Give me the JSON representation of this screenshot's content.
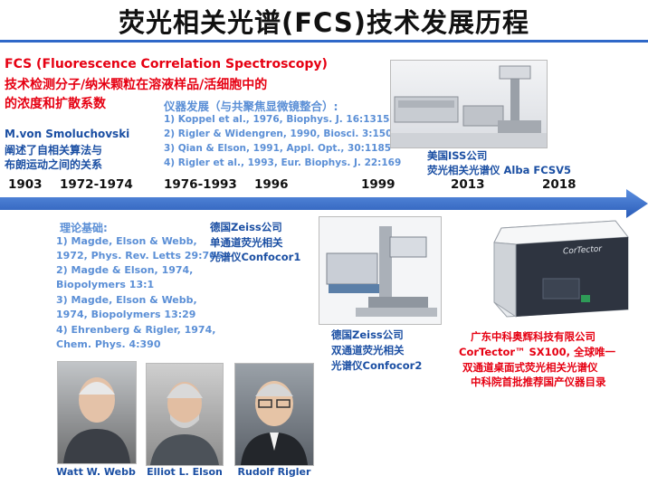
{
  "title": "荧光相关光谱(FCS)技术发展历程",
  "intro": {
    "line1": "FCS (Fluorescence Correlation Spectroscopy)",
    "line2": "技术检测分子/纳米颗粒在溶液样品/活细胞中的",
    "line3": "的浓度和扩散系数"
  },
  "smoluchowski": {
    "name": "M.von Smoluchovski",
    "line1": "阐述了自相关算法与",
    "line2": "布朗运动之间的关系"
  },
  "instrument": {
    "heading": "仪器发展（与共聚焦显微镜整合）:",
    "refs": [
      "1) Koppel et al., 1976, Biophys. J. 16:1315",
      "2) Rigler & Widengren, 1990, Biosci. 3:150",
      "3) Qian & Elson, 1991, Appl. Opt., 30:1185",
      "4) Rigler et al., 1993, Eur. Biophys. J. 22:169"
    ]
  },
  "iss": {
    "line1": "美国ISS公司",
    "line2": "荧光相关光谱仪 Alba FCSV5"
  },
  "years": [
    "1903",
    "1972-1974",
    "1976-1993",
    "1996",
    "1999",
    "2013",
    "2018"
  ],
  "theory": {
    "heading": "理论基础:",
    "lines": [
      "1) Magde, Elson & Webb,",
      "1972, Phys. Rev. Letts 29:705",
      "2) Magde & Elson, 1974,",
      "Biopolymers 13:1",
      "3) Magde, Elson & Webb,",
      "1974, Biopolymers 13:29",
      "4) Ehrenberg & Rigler, 1974,",
      "Chem. Phys. 4:390"
    ]
  },
  "zeiss1": {
    "line1": "德国Zeiss公司",
    "line2": "单通道荧光相关",
    "line3": "光谱仪Confocor1"
  },
  "zeiss2": {
    "line1": "德国Zeiss公司",
    "line2": "双通道荧光相关",
    "line3": "光谱仪Confocor2"
  },
  "cortector": {
    "device_label": "CorTector",
    "line1": "广东中科奥辉科技有限公司",
    "line2": "CorTector™ SX100, 全球唯一",
    "line3": "双通道桌面式荧光相关光谱仪",
    "line4": "中科院首批推荐国产仪器目录"
  },
  "people": [
    {
      "name": "Watt W. Webb"
    },
    {
      "name": "Elliot L. Elson"
    },
    {
      "name": "Rudolf Rigler"
    }
  ],
  "colors": {
    "red": "#e60012",
    "blue": "#1b4fa3",
    "light_blue": "#5b8fd6",
    "arrow": "#2f68c8"
  }
}
